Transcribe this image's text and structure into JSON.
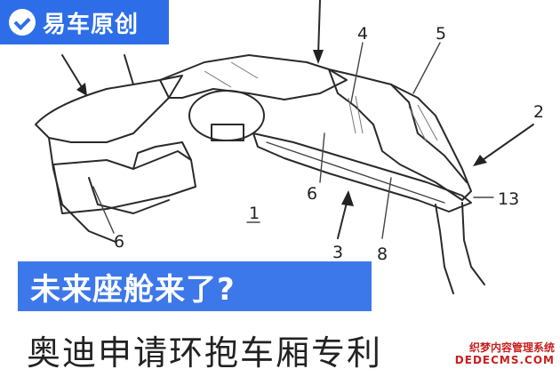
{
  "badge": {
    "icon": "check-icon",
    "text": "易车原创",
    "color": "#2d6ee8"
  },
  "figure": {
    "labels": {
      "l1": "1",
      "l2": "2",
      "l3": "3",
      "l4": "4",
      "l5": "5",
      "l6a": "6",
      "l6b": "6",
      "l8": "8",
      "l13": "13"
    }
  },
  "banner": {
    "text": "未来座舱来了?",
    "color": "#3d78ea"
  },
  "subtitle": "奥迪申请环抱车厢专利",
  "watermark": {
    "line1": "织梦内容管理系统",
    "line2": "DEDECMS.COM"
  }
}
